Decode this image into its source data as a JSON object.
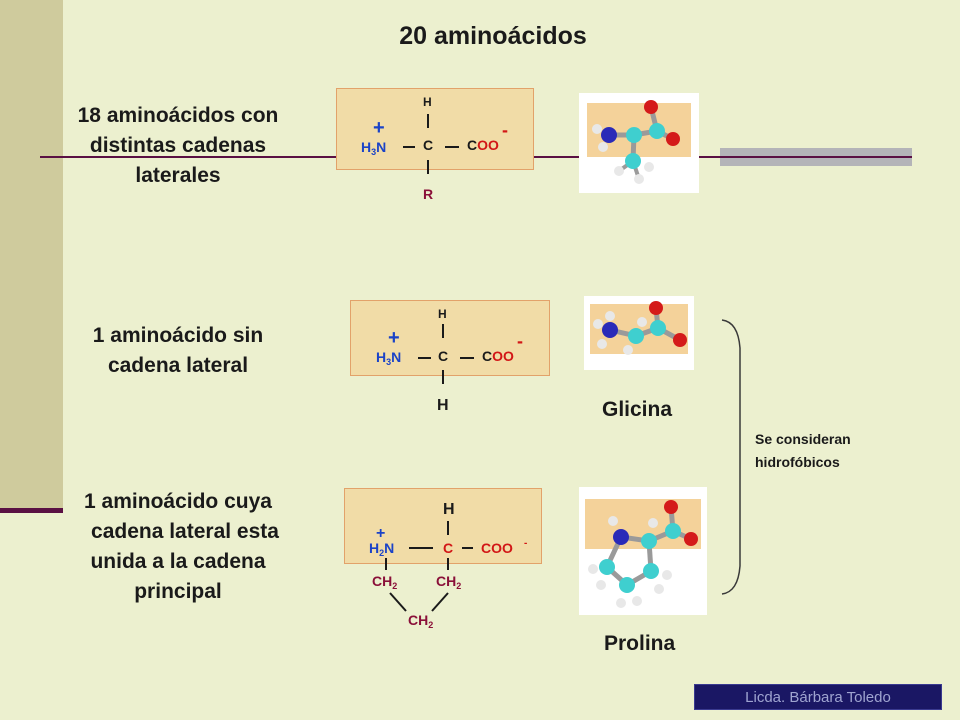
{
  "title": "20 aminoácidos",
  "rows": [
    {
      "label_lines": [
        "18 aminoácidos con",
        "distintas cadenas",
        "laterales"
      ],
      "formula": {
        "plus": "+",
        "amine": "H3N",
        "top": "H",
        "center": "C",
        "acid": "COO",
        "minus": "-",
        "bottom": "R"
      }
    },
    {
      "label_lines": [
        "1 aminoácido sin",
        "cadena lateral"
      ],
      "formula": {
        "plus": "+",
        "amine": "H3N",
        "top": "H",
        "center": "C",
        "acid": "COO",
        "minus": "-",
        "bottom": "H"
      },
      "name": "Glicina"
    },
    {
      "label_lines": [
        "1 aminoácido cuya",
        "cadena lateral esta",
        "unida a la cadena",
        "principal"
      ],
      "formula": {
        "plus": "+",
        "amine": "H2N",
        "top": "H",
        "center": "C",
        "acid": "COO",
        "minus": "-",
        "ring_left": "CH2",
        "ring_right": "CH2",
        "ring_bottom": "CH2"
      },
      "name": "Prolina"
    }
  ],
  "note_lines": [
    "Se consideran",
    "hidrofóbicos"
  ],
  "footer": "Licda. Bárbara Toledo",
  "colors": {
    "background": "#ecf0cf",
    "sidebar": "#cfcb9d",
    "accent_line": "#5a1043",
    "formula_box": "#f1dca7",
    "nitrogen": "#1b43c7",
    "oxygen": "#d21616",
    "footer": "#1a1764"
  }
}
